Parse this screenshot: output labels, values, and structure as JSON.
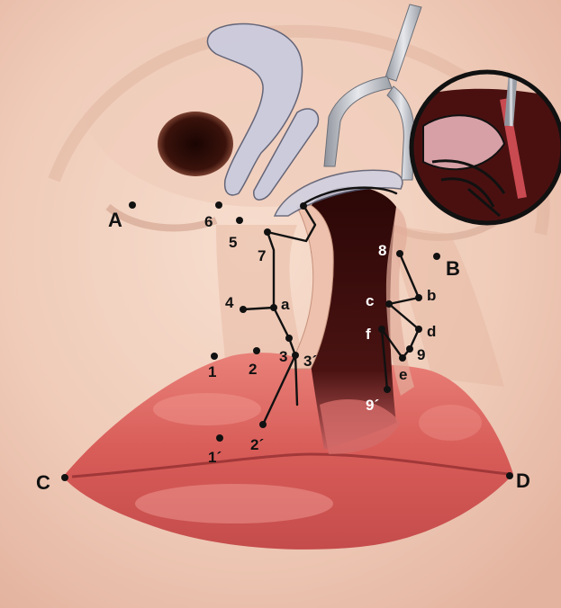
{
  "labels": {
    "A": "A",
    "B": "B",
    "C": "C",
    "D": "D",
    "n1": "1",
    "n1p": "1´",
    "n2": "2",
    "n2p": "2´",
    "n3": "3",
    "n3p": "3´",
    "n4": "4",
    "n5": "5",
    "n6": "6",
    "n7": "7",
    "n8": "8",
    "n9": "9",
    "n9p": "9´",
    "a": "a",
    "b": "b",
    "c": "c",
    "d": "d",
    "e": "e",
    "f": "f"
  },
  "colors": {
    "skin": "#f2d2c0",
    "skin_shadow": "#d9a892",
    "lip": "#d9675f",
    "lip_dark": "#a8373a",
    "cleft": "#3a0d0c",
    "nostril": "#2a0b08",
    "instrument": "#b9bcc4",
    "cartilage": "#c9cbe0",
    "line": "#111111"
  },
  "icons": {
    "retractor": "retractor-hook-icon",
    "inset": "magnified-inset-circle"
  }
}
